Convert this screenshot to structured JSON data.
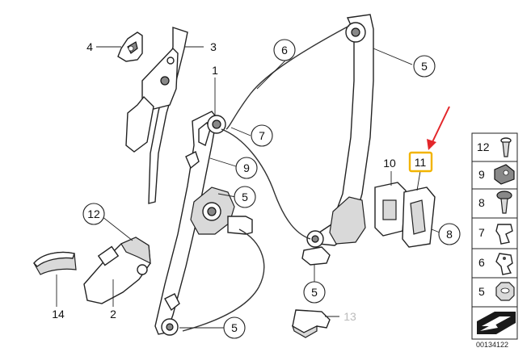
{
  "labels": {
    "c5_top": "5",
    "c6": "6",
    "c7": "7",
    "c9": "9",
    "c5_mid": "5",
    "c12": "12",
    "c5_low": "5",
    "c5_bottom": "5",
    "c8": "8",
    "n4": "4",
    "n3": "3",
    "n1": "1",
    "n10": "10",
    "n11": "11",
    "n2": "2",
    "n14": "14",
    "n13": "13"
  },
  "sidebar": {
    "items": [
      {
        "number": "12",
        "icon": "screw-icon"
      },
      {
        "number": "9",
        "icon": "clip-nut-icon"
      },
      {
        "number": "8",
        "icon": "expansion-rivet-icon"
      },
      {
        "number": "7",
        "icon": "plastic-clip-icon"
      },
      {
        "number": "6",
        "icon": "push-clip-icon"
      },
      {
        "number": "5",
        "icon": "hex-nut-icon"
      }
    ]
  },
  "document_id": "00134122",
  "colors": {
    "highlight_box": "#f2b400",
    "arrow": "#e3262a"
  }
}
